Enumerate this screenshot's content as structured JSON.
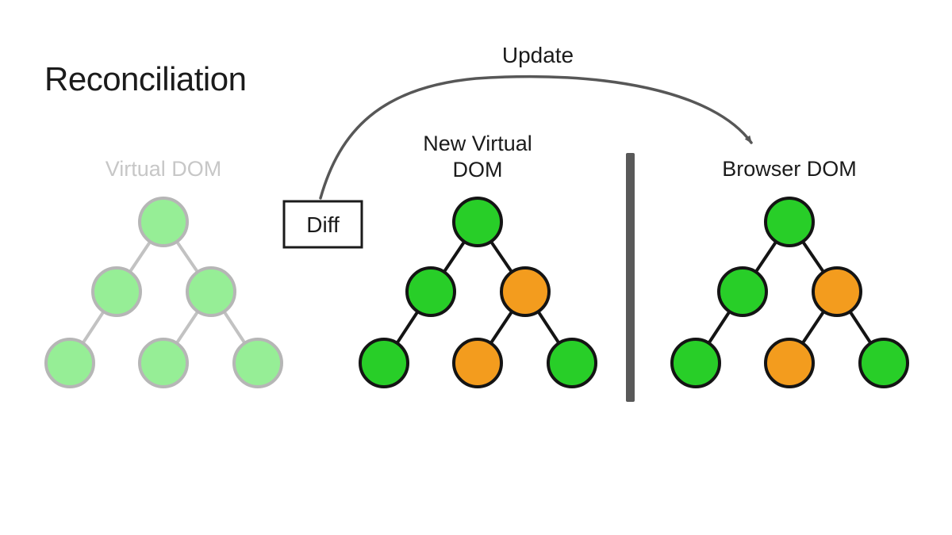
{
  "title": "Reconciliation",
  "update_label": "Update",
  "diff_box": {
    "label": "Diff"
  },
  "trees": [
    {
      "id": "virtual-dom",
      "label_lines": [
        "Virtual DOM"
      ],
      "faded": true,
      "node_colors": [
        "green",
        "green",
        "green",
        "green",
        "green",
        "green"
      ]
    },
    {
      "id": "new-virtual-dom",
      "label_lines": [
        "New Virtual",
        "DOM"
      ],
      "faded": false,
      "node_colors": [
        "green",
        "green",
        "orange",
        "green",
        "orange",
        "green"
      ]
    },
    {
      "id": "browser-dom",
      "label_lines": [
        "Browser DOM"
      ],
      "faded": false,
      "node_colors": [
        "green",
        "green",
        "orange",
        "green",
        "orange",
        "green"
      ]
    }
  ],
  "structure": {
    "edges": [
      [
        0,
        1
      ],
      [
        0,
        2
      ],
      [
        1,
        3
      ],
      [
        2,
        4
      ],
      [
        2,
        5
      ]
    ]
  },
  "colors": {
    "node_green": "#28CE28",
    "node_orange": "#F39C1E",
    "node_stroke": "#141414",
    "edge": "#141414",
    "faded_fill": "#96EE96",
    "faded_stroke": "#B6B6B6",
    "faded_edge": "#C2C2C2",
    "faded_label": "#C7C7C7",
    "arrow": "#575757",
    "divider": "#595959",
    "text": "#1B1B1B",
    "background": "#FFFFFF"
  }
}
